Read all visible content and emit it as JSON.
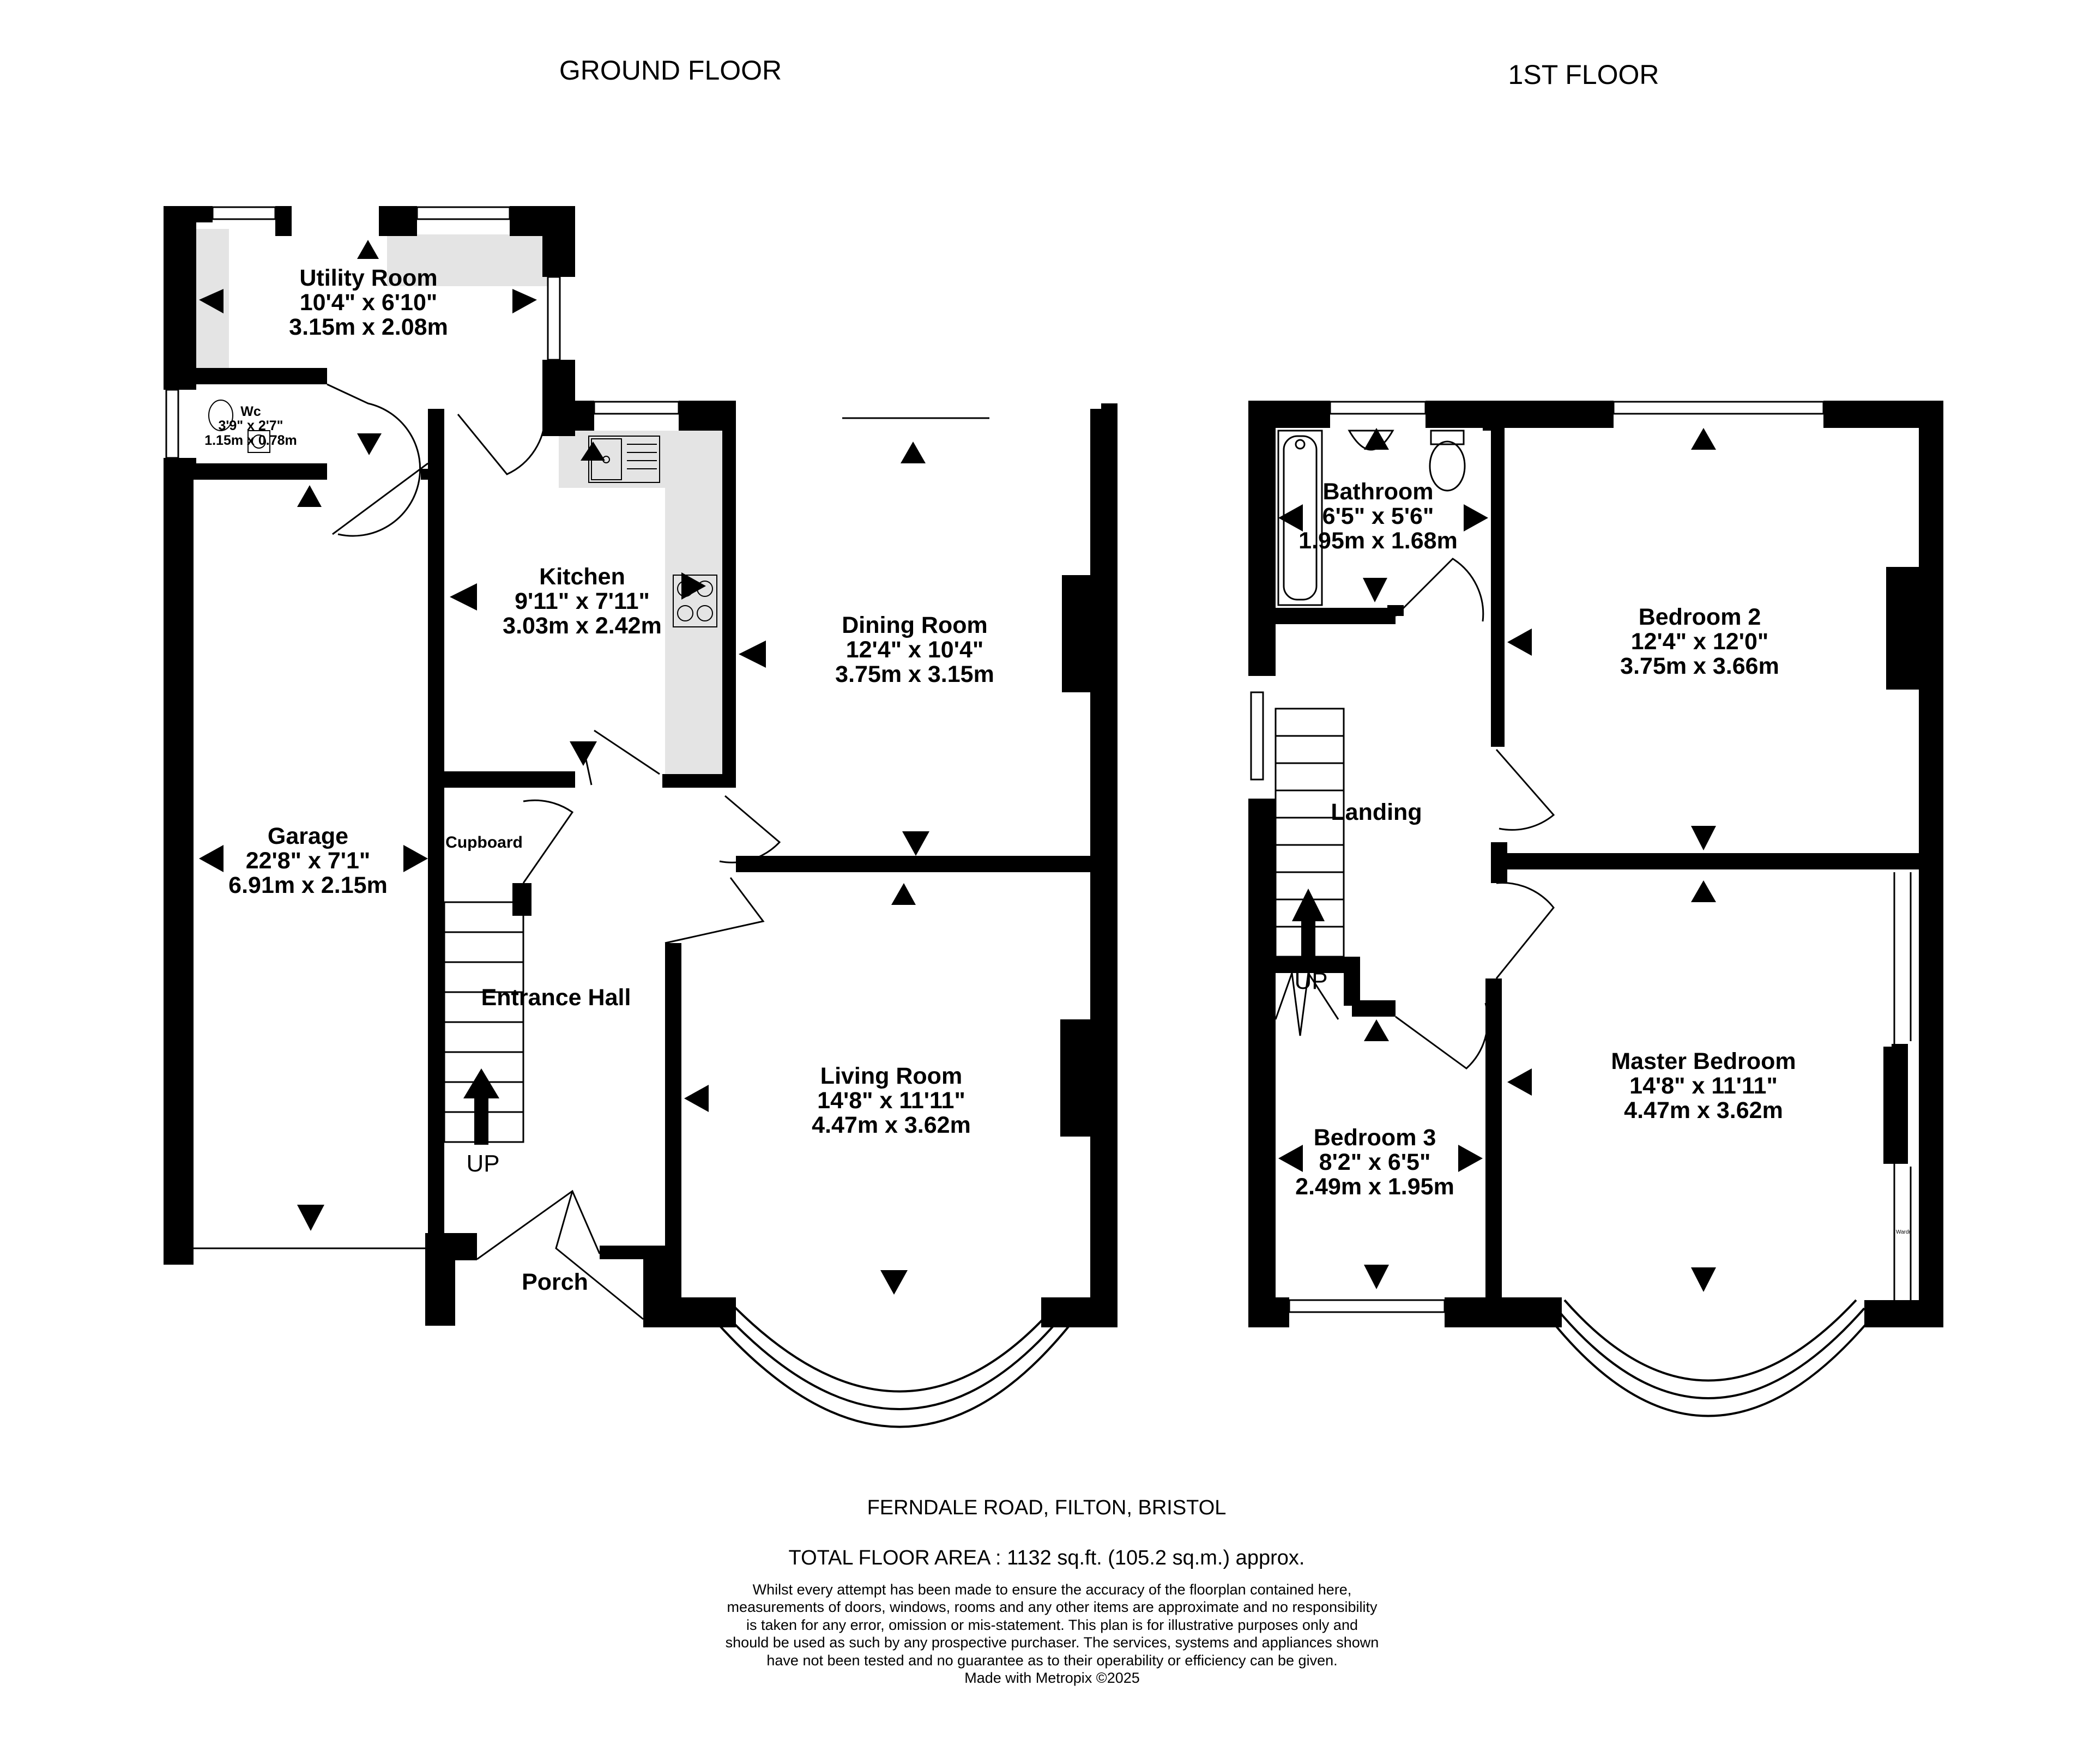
{
  "floors": {
    "ground": "GROUND FLOOR",
    "first": "1ST FLOOR"
  },
  "rooms": {
    "utility": {
      "name": "Utility Room",
      "imperial": "10'4\"  x 6'10\"",
      "metric": "3.15m  x 2.08m"
    },
    "wc": {
      "name": "Wc",
      "imperial": "3'9\"  x 2'7\"",
      "metric": "1.15m  x 0.78m"
    },
    "kitchen": {
      "name": "Kitchen",
      "imperial": "9'11\"  x 7'11\"",
      "metric": "3.03m  x 2.42m"
    },
    "dining": {
      "name": "Dining Room",
      "imperial": "12'4\"  x 10'4\"",
      "metric": "3.75m  x 3.15m"
    },
    "garage": {
      "name": "Garage",
      "imperial": "22'8\"  x 7'1\"",
      "metric": "6.91m  x 2.15m"
    },
    "cupboard": {
      "name": "Cupboard"
    },
    "hall": {
      "name": "Entrance Hall"
    },
    "living": {
      "name": "Living Room",
      "imperial": "14'8\"  x 11'11\"",
      "metric": "4.47m  x 3.62m"
    },
    "porch": {
      "name": "Porch"
    },
    "bathroom": {
      "name": "Bathroom",
      "imperial": "6'5\"  x 5'6\"",
      "metric": "1.95m  x 1.68m"
    },
    "bedroom2": {
      "name": "Bedroom 2",
      "imperial": "12'4\"  x 12'0\"",
      "metric": "3.75m  x 3.66m"
    },
    "landing": {
      "name": "Landing"
    },
    "bedroom3": {
      "name": "Bedroom 3",
      "imperial": "8'2\"  x 6'5\"",
      "metric": "2.49m  x 1.95m"
    },
    "master": {
      "name": "Master Bedroom",
      "imperial": "14'8\"  x 11'11\"",
      "metric": "4.47m  x 3.62m"
    }
  },
  "stairs_label": "UP",
  "wardrobe_label": "Wardr",
  "footer": {
    "address": "FERNDALE ROAD, FILTON, BRISTOL",
    "total_area": "TOTAL FLOOR AREA : 1132 sq.ft. (105.2 sq.m.) approx.",
    "disclaimer": "Whilst every attempt has been made to ensure the accuracy of the floorplan contained here, measurements of doors, windows, rooms and any other items are approximate and no responsibility is taken for any error, omission or mis-statement. This plan is for illustrative purposes only and should be used as such by any prospective purchaser. The services, systems and appliances shown have not been tested and no guarantee as to their operability or efficiency can be given.",
    "credit": "Made with Metropix ©2025"
  },
  "colors": {
    "wall": "#000000",
    "worktop": "#e4e4e4",
    "background": "#ffffff"
  }
}
